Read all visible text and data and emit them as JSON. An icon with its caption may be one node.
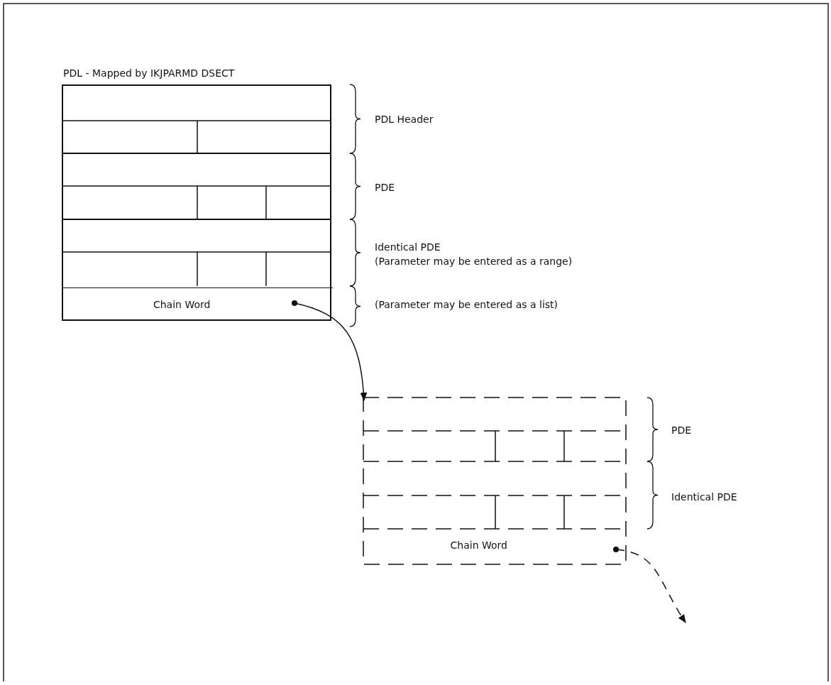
{
  "diagram": {
    "nodes": [
      {
        "text": [
          "PDL - Mapped by IKJPARMD DSECT"
        ]
      },
      {
        "text": [
          "Chain Word"
        ],
        "in": 0
      },
      {
        "text": [],
        "shape": "box"
      },
      {
        "text": [
          "Chain Word"
        ],
        "in": 2
      }
    ],
    "edges": [
      {
        "from": 1,
        "to": 2,
        "arrow": "to"
      },
      {
        "from": 3,
        "to": null,
        "arrow": "to",
        "style": "dashed"
      }
    ],
    "labels": [
      "PDL Header",
      "PDE",
      "Identical PDE",
      "(Parameter may be entered as a range)",
      "(Parameter may be entered as a list)",
      "PDE",
      "Identical PDE"
    ]
  }
}
